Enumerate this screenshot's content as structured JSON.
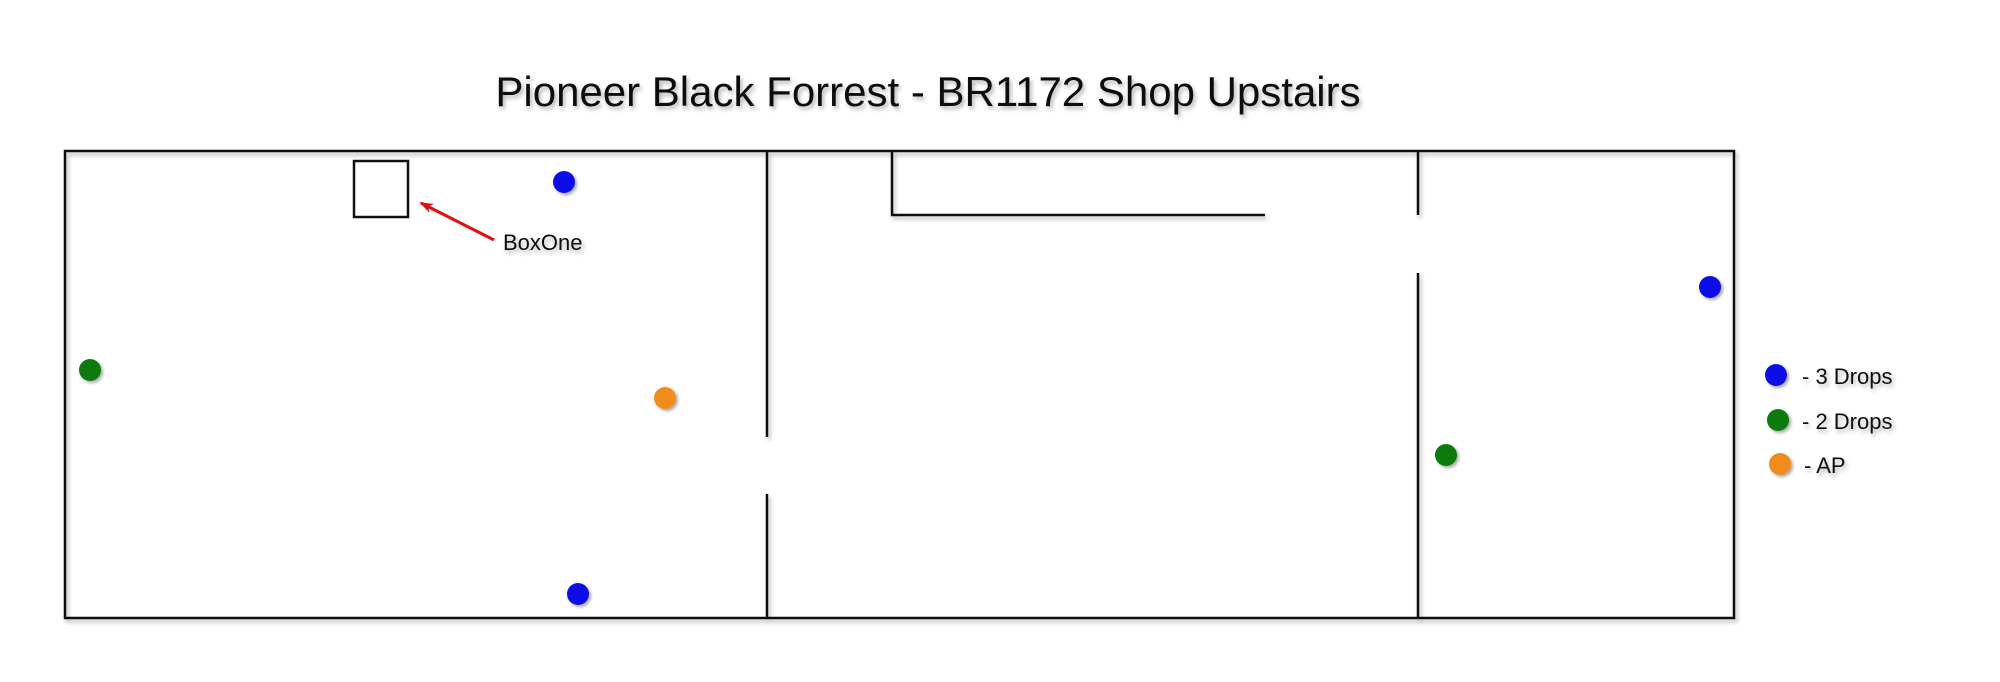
{
  "title": "Pioneer Black Forrest - BR1172 Shop Upstairs",
  "callout": {
    "label": "BoxOne",
    "arrow_color": "#e01010"
  },
  "colors": {
    "three_drops": "#1010e8",
    "two_drops": "#117a11",
    "ap": "#f08c1e",
    "walls": "#111111"
  },
  "legend": [
    {
      "color_key": "three_drops",
      "label": "- 3 Drops"
    },
    {
      "color_key": "two_drops",
      "label": "- 2 Drops"
    },
    {
      "color_key": "ap",
      "label": "- AP"
    }
  ],
  "markers": [
    {
      "type": "three_drops"
    },
    {
      "type": "two_drops"
    },
    {
      "type": "ap"
    },
    {
      "type": "three_drops"
    },
    {
      "type": "two_drops"
    },
    {
      "type": "three_drops"
    }
  ]
}
